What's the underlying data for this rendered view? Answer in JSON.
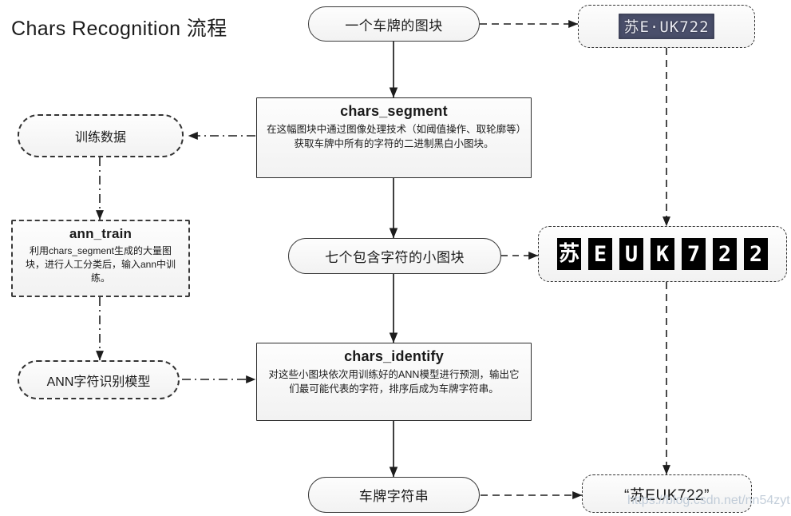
{
  "title": "Chars Recognition 流程",
  "watermark": "https://blog.csdn.net/nn54zyt",
  "colors": {
    "node_border": "#333333",
    "node_fill": "#f4f4f4",
    "plate_bg": "#4a4f6b",
    "plate_text": "#e9eaf2",
    "tile_bg": "#000000",
    "tile_glyph": "#ffffff",
    "watermark": "#b9c6d4"
  },
  "nodes": {
    "plate_block": {
      "label": "一个车牌的图块"
    },
    "training_data": {
      "label": "训练数据"
    },
    "ann_train": {
      "title": "ann_train",
      "body": "利用chars_segment生成的大量图块，进行人工分类后，输入ann中训练。"
    },
    "ann_model": {
      "label": "ANN字符识别模型"
    },
    "chars_segment": {
      "title": "chars_segment",
      "body": "在这幅图块中通过图像处理技术（如阈值操作、取轮廓等）获取车牌中所有的字符的二进制黑白小图块。"
    },
    "seven_blocks": {
      "label": "七个包含字符的小图块"
    },
    "chars_identify": {
      "title": "chars_identify",
      "body": "对这些小图块依次用训练好的ANN模型进行预测，输出它们最可能代表的字符，排序后成为车牌字符串。"
    },
    "plate_string": {
      "label": "车牌字符串"
    },
    "plate_photo": {
      "text": "苏E·UK722"
    },
    "char_tiles": {
      "chars": [
        "苏",
        "E",
        "U",
        "K",
        "7",
        "2",
        "2"
      ]
    },
    "final_string": {
      "label": "“苏EUK722”"
    }
  }
}
